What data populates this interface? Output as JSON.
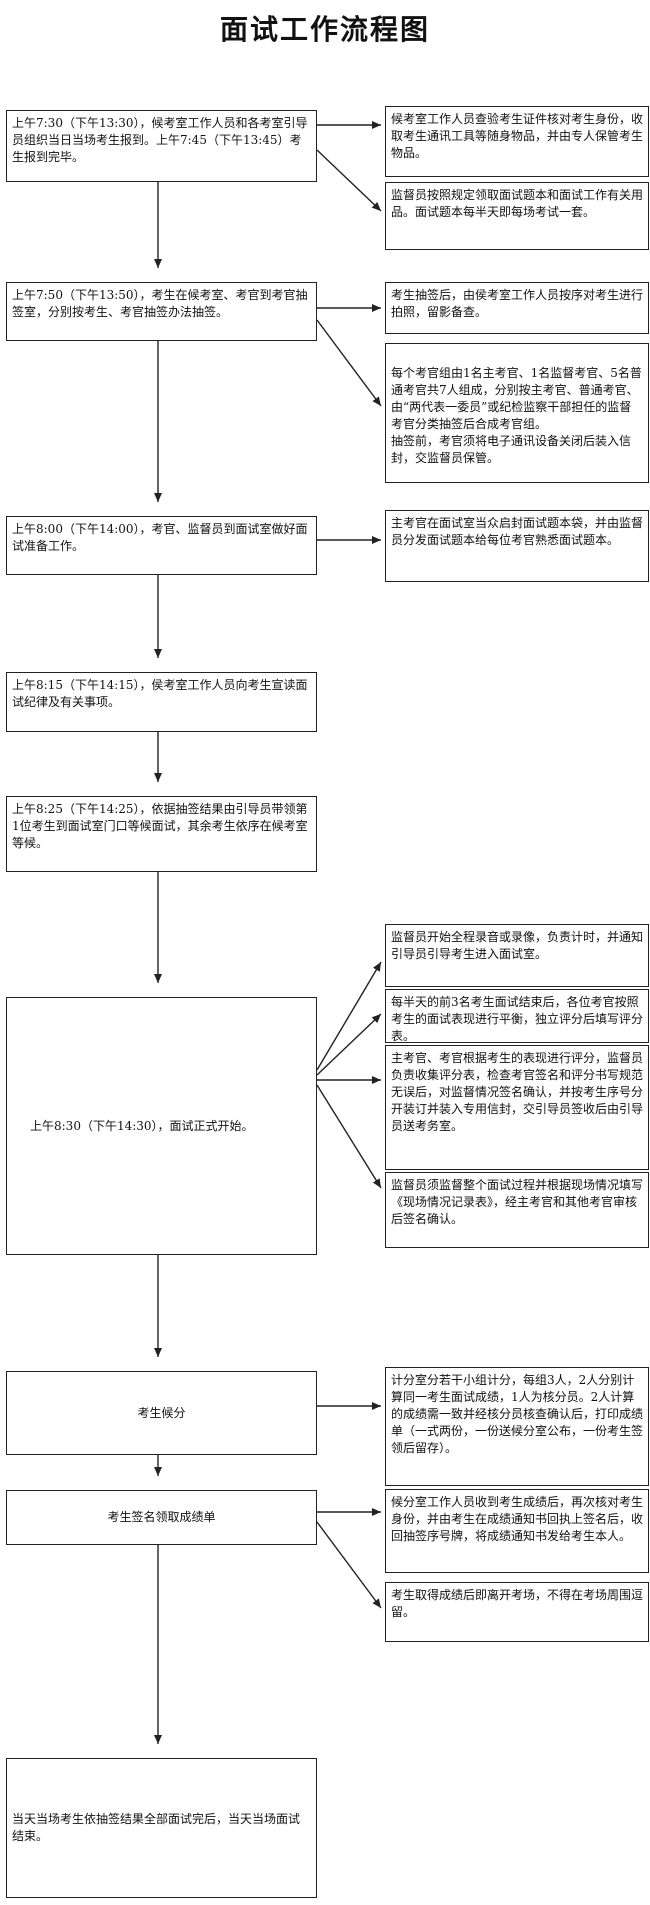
{
  "title": "面试工作流程图",
  "left_steps": [
    "上午7:30（下午13:30），候考室工作人员和各考室引导员组织当日当场考生报到。上午7:45（下午13:45）考生报到完毕。",
    "上午7:50（下午13:50），考生在候考室、考官到考官抽签室，分别按考生、考官抽签办法抽签。",
    "上午8:00（下午14:00），考官、监督员到面试室做好面试准备工作。",
    "上午8:15（下午14:15），侯考室工作人员向考生宣读面试纪律及有关事项。",
    "上午8:25（下午14:25），依据抽签结果由引导员带领第1位考生到面试室门口等候面试，其余考生依序在候考室等候。",
    "上午8:30（下午14:30），面试正式开始。",
    "考生候分",
    "考生签名领取成绩单",
    "当天当场考生依抽签结果全部面试完后，当天当场面试结束。"
  ],
  "right_notes": [
    "候考室工作人员查验考生证件核对考生身份，收取考生通讯工具等随身物品，并由专人保管考生物品。",
    "监督员按照规定领取面试题本和面试工作有关用品。面试题本每半天即每场考试一套。",
    "考生抽签后，由侯考室工作人员按序对考生进行拍照，留影备查。",
    "每个考官组由1名主考官、1名监督考官、5名普通考官共7人组成，分别按主考官、普通考官、由“两代表一委员”或纪检监察干部担任的监督考官分类抽签后合成考官组。\n抽签前，考官须将电子通讯设备关闭后装入信封，交监督员保管。",
    "主考官在面试室当众启封面试题本袋，并由监督员分发面试题本给每位考官熟悉面试题本。",
    "监督员开始全程录音或录像，负责计时，并通知引导员引导考生进入面试室。",
    "每半天的前3名考生面试结束后，各位考官按照考生的面试表现进行平衡，独立评分后填写评分表。",
    "主考官、考官根据考生的表现进行评分，监督员负责收集评分表，检查考官签名和评分书写规范无误后，对监督情况签名确认，并按考生序号分开装订并装入专用信封，交引导员签收后由引导员送考务室。",
    "监督员须监督整个面试过程并根据现场情况填写《现场情况记录表》，经主考官和其他考官审核后签名确认。",
    "计分室分若干小组计分，每组3人，2人分别计算同一考生面试成绩，1人为核分员。2人计算的成绩需一致并经核分员核查确认后，打印成绩单（一式两份，一份送候分室公布，一份考生签领后留存）。",
    "候分室工作人员收到考生成绩后，再次核对考生身份，并由考生在成绩通知书回执上签名后，收回抽签序号牌，将成绩通知书发给考生本人。",
    "考生取得成绩后即离开考场，不得在考场周围逗留。"
  ]
}
